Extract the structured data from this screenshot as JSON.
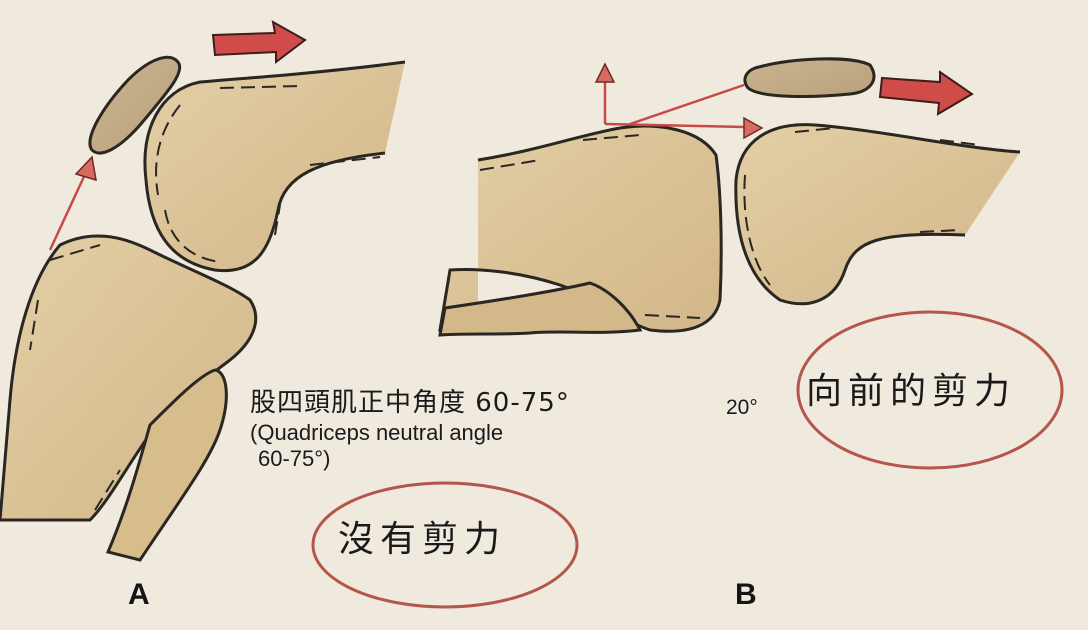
{
  "diagram": {
    "type": "anatomical-illustration",
    "subject": "knee joint patellofemoral shear forces",
    "colors": {
      "background": "#efe9de",
      "bone_fill": "#dcc49b",
      "outline": "#2a2622",
      "force_arrow": "#c94a45",
      "circle_stroke": "#b5564a"
    },
    "panel_a": {
      "letter": "A",
      "angle_label_cn": "股四頭肌正中角度 60-75°",
      "angle_label_en_line1": "(Quadriceps neutral angle",
      "angle_label_en_line2": "60-75°)",
      "circled_caption": "沒有剪力"
    },
    "panel_b": {
      "letter": "B",
      "angle_label": "20°",
      "circled_caption": "向前的剪力"
    }
  }
}
